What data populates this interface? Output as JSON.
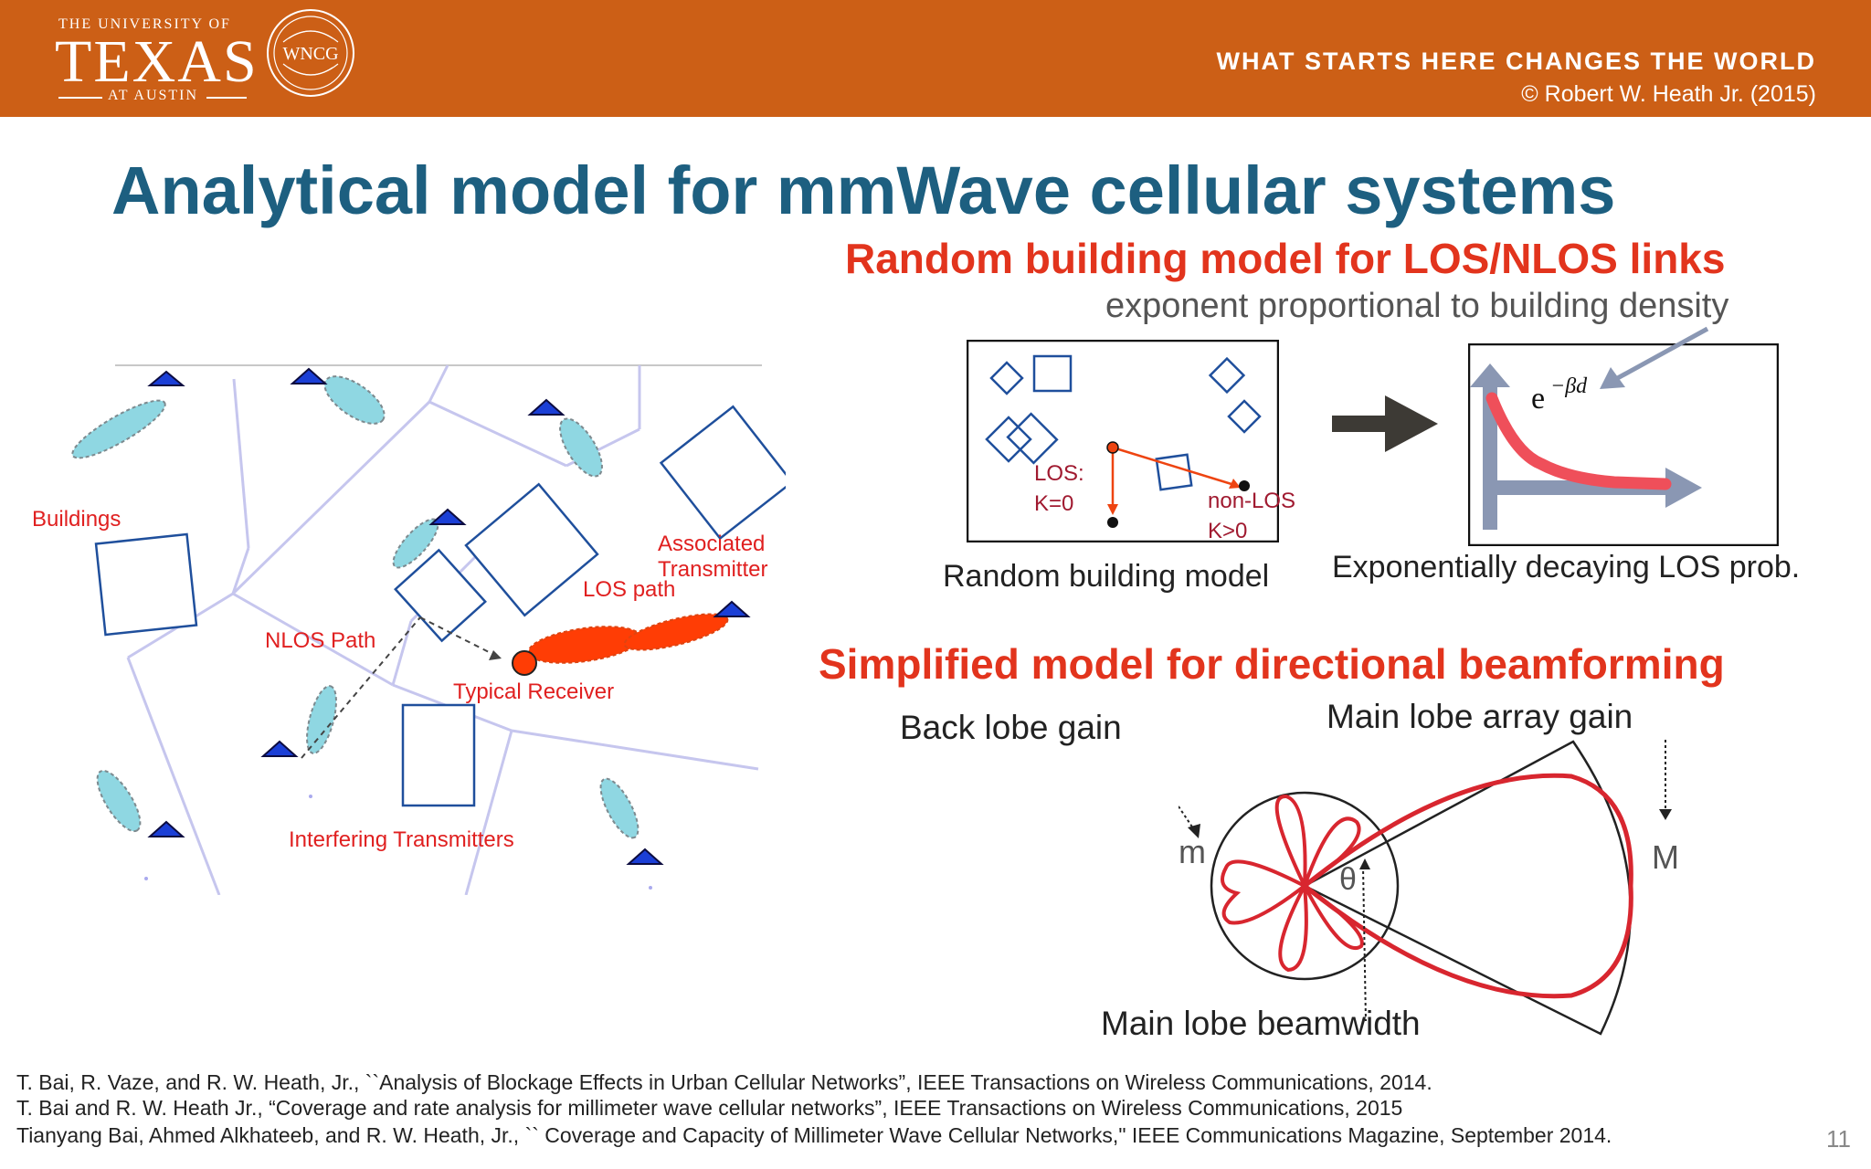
{
  "header": {
    "university_line1": "THE UNIVERSITY OF",
    "university_line2": "TEXAS",
    "university_line3": "AT AUSTIN",
    "seal_text": "WNCG",
    "tagline": "WHAT STARTS HERE CHANGES THE WORLD",
    "copyright": "© Robert W. Heath Jr. (2015)"
  },
  "title": "Analytical model for mmWave cellular systems",
  "left_diagram": {
    "buildings_label": "Buildings",
    "associated_transmitter_line1": "Associated",
    "associated_transmitter_line2": "Transmitter",
    "los_path_label": "LOS path",
    "nlos_path_label": "NLOS Path",
    "typical_receiver_label": "Typical Receiver",
    "interfering_label": "Interfering Transmitters"
  },
  "random_building": {
    "heading": "Random building model for LOS/NLOS links",
    "note": "exponent proportional to building density",
    "los_label_line1": "LOS:",
    "los_label_line2": "K=0",
    "nlos_label_line1": "non-LOS",
    "nlos_label_line2": "K>0",
    "caption_left": "Random building model",
    "caption_right": "Exponentially decaying LOS prob.",
    "formula_base": "e",
    "formula_exponent": "−βd"
  },
  "beamforming": {
    "heading": "Simplified model for directional beamforming",
    "back_lobe": "Back lobe gain",
    "main_lobe_gain": "Main lobe array gain",
    "beamwidth": "Main lobe beamwidth",
    "m_label": "m",
    "M_label": "M",
    "theta_label": "θ"
  },
  "references": [
    "T. Bai, R. Vaze, and  R. W. Heath, Jr., ``Analysis of Blockage Effects in Urban Cellular Networks”,  IEEE Transactions on Wireless Communications, 2014.",
    "T. Bai and R. W. Heath Jr., “Coverage and rate analysis for millimeter wave cellular networks”, IEEE Transactions on Wireless Communications, 2015",
    "Tianyang Bai, Ahmed Alkhateeb, and  R. W. Heath, Jr., `` Coverage and Capacity of Millimeter Wave Cellular Networks,\" IEEE Communications Magazine, September 2014."
  ],
  "page_number": "11",
  "colors": {
    "header_bg": "#cc5f16",
    "title": "#1d5f80",
    "red_heading": "#e2341d",
    "building_blue": "#1f4f9c",
    "lobe_red": "#d8262f"
  }
}
